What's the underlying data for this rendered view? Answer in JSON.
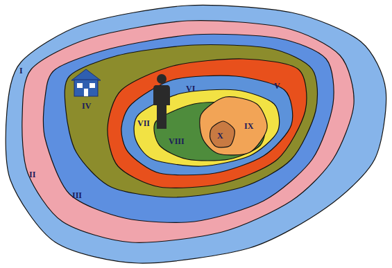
{
  "diagram": {
    "nodes": [
      {
        "text": [
          "I"
        ]
      },
      {
        "text": [
          "II"
        ],
        "in": 0
      },
      {
        "text": [
          "III"
        ],
        "in": 1
      },
      {
        "text": [
          "IV"
        ],
        "in": 2
      },
      {
        "text": [
          "V"
        ],
        "in": 3
      },
      {
        "text": [
          "VI"
        ],
        "in": 4
      },
      {
        "text": [
          "VII"
        ],
        "in": 5
      },
      {
        "text": [
          "VIII"
        ],
        "in": 6
      },
      {
        "text": [
          "IX"
        ],
        "in": 7
      },
      {
        "text": [
          "X"
        ],
        "in": 8
      }
    ]
  }
}
